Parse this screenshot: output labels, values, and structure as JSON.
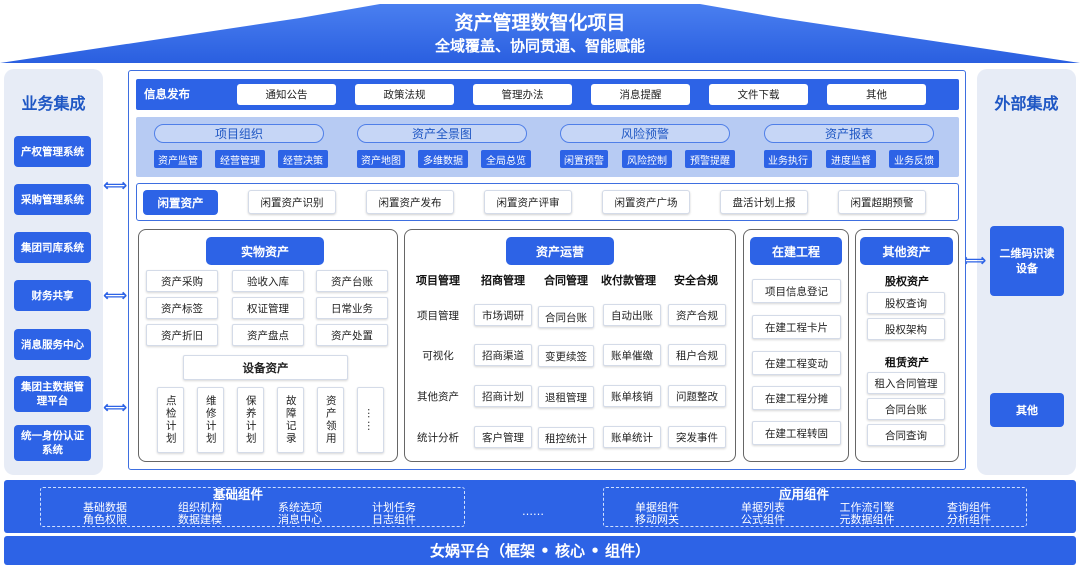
{
  "header": {
    "title": "资产管理数智化项目",
    "subtitle": "全域覆盖、协同贯通、智能赋能"
  },
  "left_panel": {
    "title": "业务集成",
    "items": [
      "产权管理系统",
      "采购管理系统",
      "集团司库系统",
      "财务共享",
      "消息服务中心",
      "集团主数据管理平台",
      "统一身份认证系统"
    ]
  },
  "right_panel": {
    "title": "外部集成",
    "items": [
      "二维码识读设备",
      "其他"
    ]
  },
  "info_bar": {
    "label": "信息发布",
    "items": [
      "通知公告",
      "政策法规",
      "管理办法",
      "消息提醒",
      "文件下载",
      "其他"
    ]
  },
  "groups": [
    {
      "title": "项目组织",
      "items": [
        "资产监管",
        "经营管理",
        "经营决策"
      ]
    },
    {
      "title": "资产全景图",
      "items": [
        "资产地图",
        "多维数据",
        "全局总览"
      ]
    },
    {
      "title": "风险预警",
      "items": [
        "闲置预警",
        "风险控制",
        "预警提醒"
      ]
    },
    {
      "title": "资产报表",
      "items": [
        "业务执行",
        "进度监督",
        "业务反馈"
      ]
    }
  ],
  "idle_assets": {
    "title": "闲置资产",
    "items": [
      "闲置资产识别",
      "闲置资产发布",
      "闲置资产评审",
      "闲置资产广场",
      "盘活计划上报",
      "闲置超期预警"
    ]
  },
  "physical_assets": {
    "title": "实物资产",
    "rows": [
      [
        "资产采购",
        "验收入库",
        "资产台账"
      ],
      [
        "资产标签",
        "权证管理",
        "日常业务"
      ],
      [
        "资产折旧",
        "资产盘点",
        "资产处置"
      ]
    ],
    "equipment": {
      "title": "设备资产",
      "items": [
        "点检计划",
        "维修计划",
        "保养计划",
        "故障记录",
        "资产领用",
        "……"
      ]
    }
  },
  "operations": {
    "title": "资产运营",
    "columns": [
      {
        "head": "项目管理",
        "items": [
          "项目管理",
          "可视化",
          "其他资产",
          "统计分析"
        ]
      },
      {
        "head": "招商管理",
        "items": [
          "市场调研",
          "招商渠道",
          "招商计划",
          "客户管理"
        ]
      },
      {
        "head": "合同管理",
        "items": [
          "合同台账",
          "变更续签",
          "退租管理",
          "租控统计"
        ]
      },
      {
        "head": "收付款管理",
        "items": [
          "自动出账",
          "账单催缴",
          "账单核销",
          "账单统计"
        ]
      },
      {
        "head": "安全合规",
        "items": [
          "资产合规",
          "租户合规",
          "问题整改",
          "突发事件"
        ]
      }
    ]
  },
  "construction": {
    "title": "在建工程",
    "items": [
      "项目信息登记",
      "在建工程卡片",
      "在建工程变动",
      "在建工程分摊",
      "在建工程转固"
    ]
  },
  "other_assets": {
    "title": "其他资产",
    "equity": {
      "title": "股权资产",
      "items": [
        "股权查询",
        "股权架构"
      ]
    },
    "lease": {
      "title": "租赁资产",
      "items": [
        "租入合同管理",
        "合同台账",
        "合同查询"
      ]
    }
  },
  "foundation": {
    "title": "基础组件",
    "items": [
      [
        "基础数据",
        "角色权限"
      ],
      [
        "组织机构",
        "数据建模"
      ],
      [
        "系统选项",
        "消息中心"
      ],
      [
        "计划任务",
        "日志组件"
      ]
    ]
  },
  "middle_ellipsis": "……",
  "application": {
    "title": "应用组件",
    "items": [
      [
        "单据组件",
        "移动网关"
      ],
      [
        "单据列表",
        "公式组件"
      ],
      [
        "工作流引擎",
        "元数据组件"
      ],
      [
        "查询组件",
        "分析组件"
      ]
    ]
  },
  "platform": "女娲平台（框架 • 核心 • 组件）",
  "colors": {
    "primary": "#2d63e6",
    "light": "#b7cbf3",
    "side": "#e7ecf6"
  }
}
